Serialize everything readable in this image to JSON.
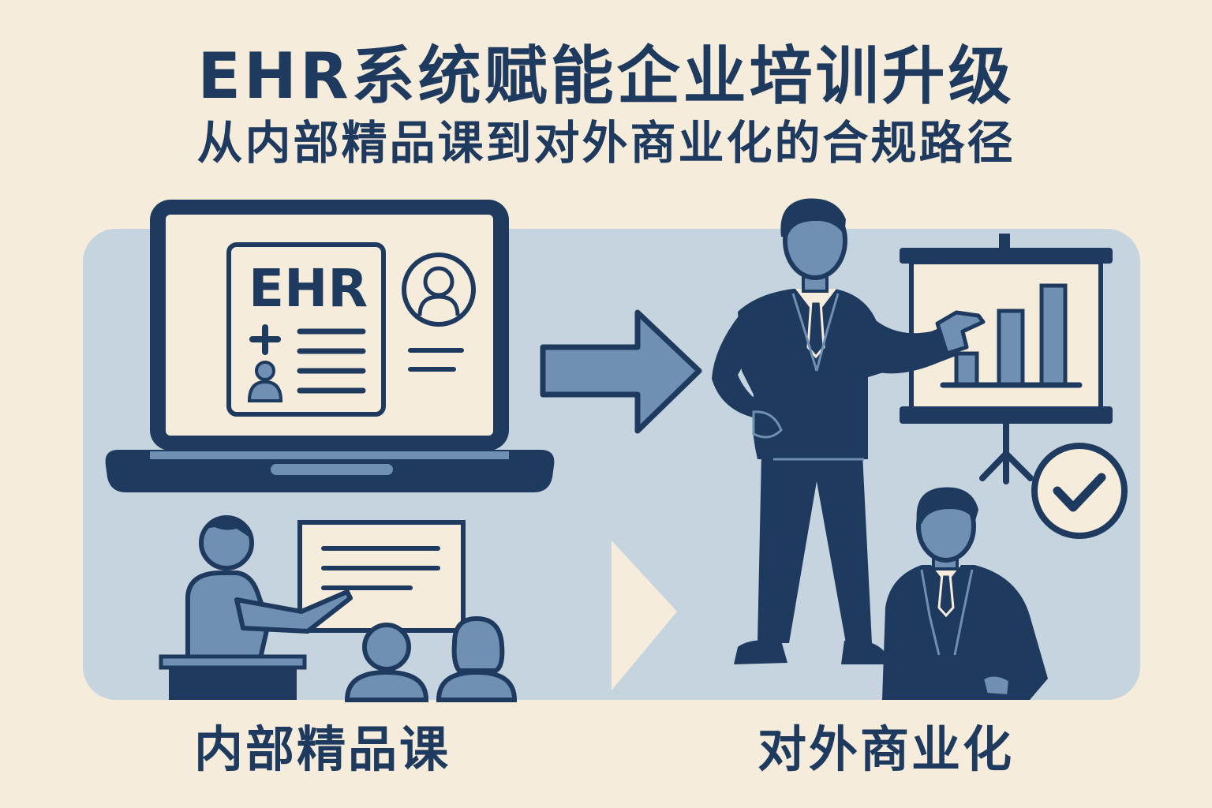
{
  "header": {
    "title": "EHR系统赋能企业培训升级",
    "subtitle": "从内部精品课到对外商业化的合规路径"
  },
  "screen": {
    "label": "EHR"
  },
  "captions": {
    "left": "内部精品课",
    "right": "对外商业化"
  },
  "colors": {
    "background": "#f6ecdb",
    "panel": "#c5d4de",
    "navy": "#1f3a5f",
    "mid_blue": "#6f8fb3",
    "cream": "#f6ecdb"
  }
}
